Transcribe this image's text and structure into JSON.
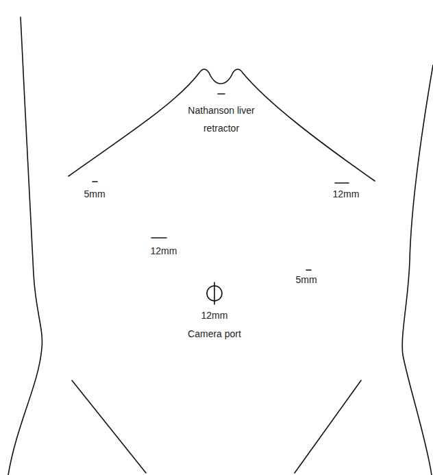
{
  "diagram": {
    "labels": [
      "Nathanson liver retractor",
      "5mm",
      "12mm",
      "12mm",
      "5mm",
      "12mm",
      "Camera port"
    ]
  }
}
